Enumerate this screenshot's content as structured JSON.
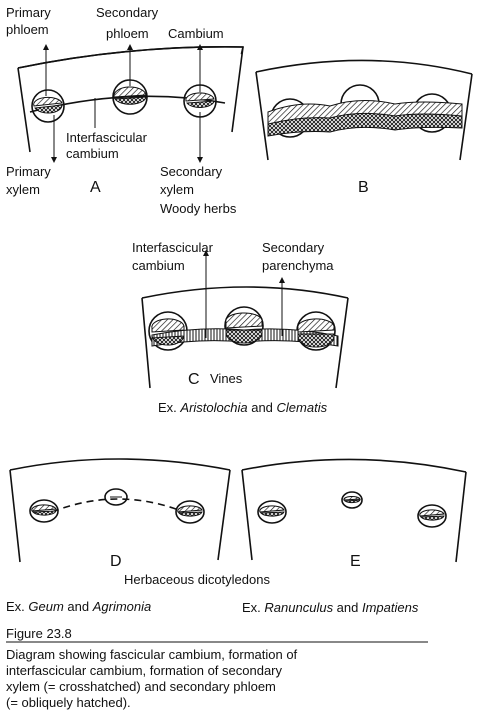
{
  "panel_a": {
    "primary_phloem": [
      "Primary",
      "phloem"
    ],
    "secondary_phloem": [
      "Secondary",
      "phloem"
    ],
    "cambium": "Cambium",
    "interfascicular_cambium": [
      "Interfascicular",
      "cambium"
    ],
    "primary_xylem": [
      "Primary",
      "xylem"
    ],
    "secondary_xylem": [
      "Secondary",
      "xylem"
    ],
    "letter": "A",
    "caption": "Woody herbs"
  },
  "panel_b": {
    "letter": "B"
  },
  "panel_c": {
    "interfascicular_cambium": [
      "Interfascicular",
      "cambium"
    ],
    "secondary_parenchyma": [
      "Secondary",
      "parenchyma"
    ],
    "letter": "C",
    "caption": "Vines",
    "example": {
      "prefix": "Ex. ",
      "genus1": "Aristolochia",
      "joiner": " and ",
      "genus2": "Clematis"
    }
  },
  "panel_d": {
    "letter": "D",
    "example": {
      "prefix": "Ex. ",
      "genus1": "Geum",
      "joiner": " and ",
      "genus2": "Agrimonia"
    }
  },
  "panel_e": {
    "letter": "E",
    "example": {
      "prefix": "Ex. ",
      "genus1": "Ranunculus",
      "joiner": " and ",
      "genus2": "Impatiens"
    }
  },
  "shared_caption_de": "Herbaceous dicotyledons",
  "figure": {
    "number": "Figure 23.8",
    "caption_lines": [
      "Diagram showing fascicular cambium, formation of",
      "interfascicular cambium, formation of secondary",
      "xylem (= crosshatched) and secondary phloem",
      "(= obliquely hatched)."
    ]
  }
}
